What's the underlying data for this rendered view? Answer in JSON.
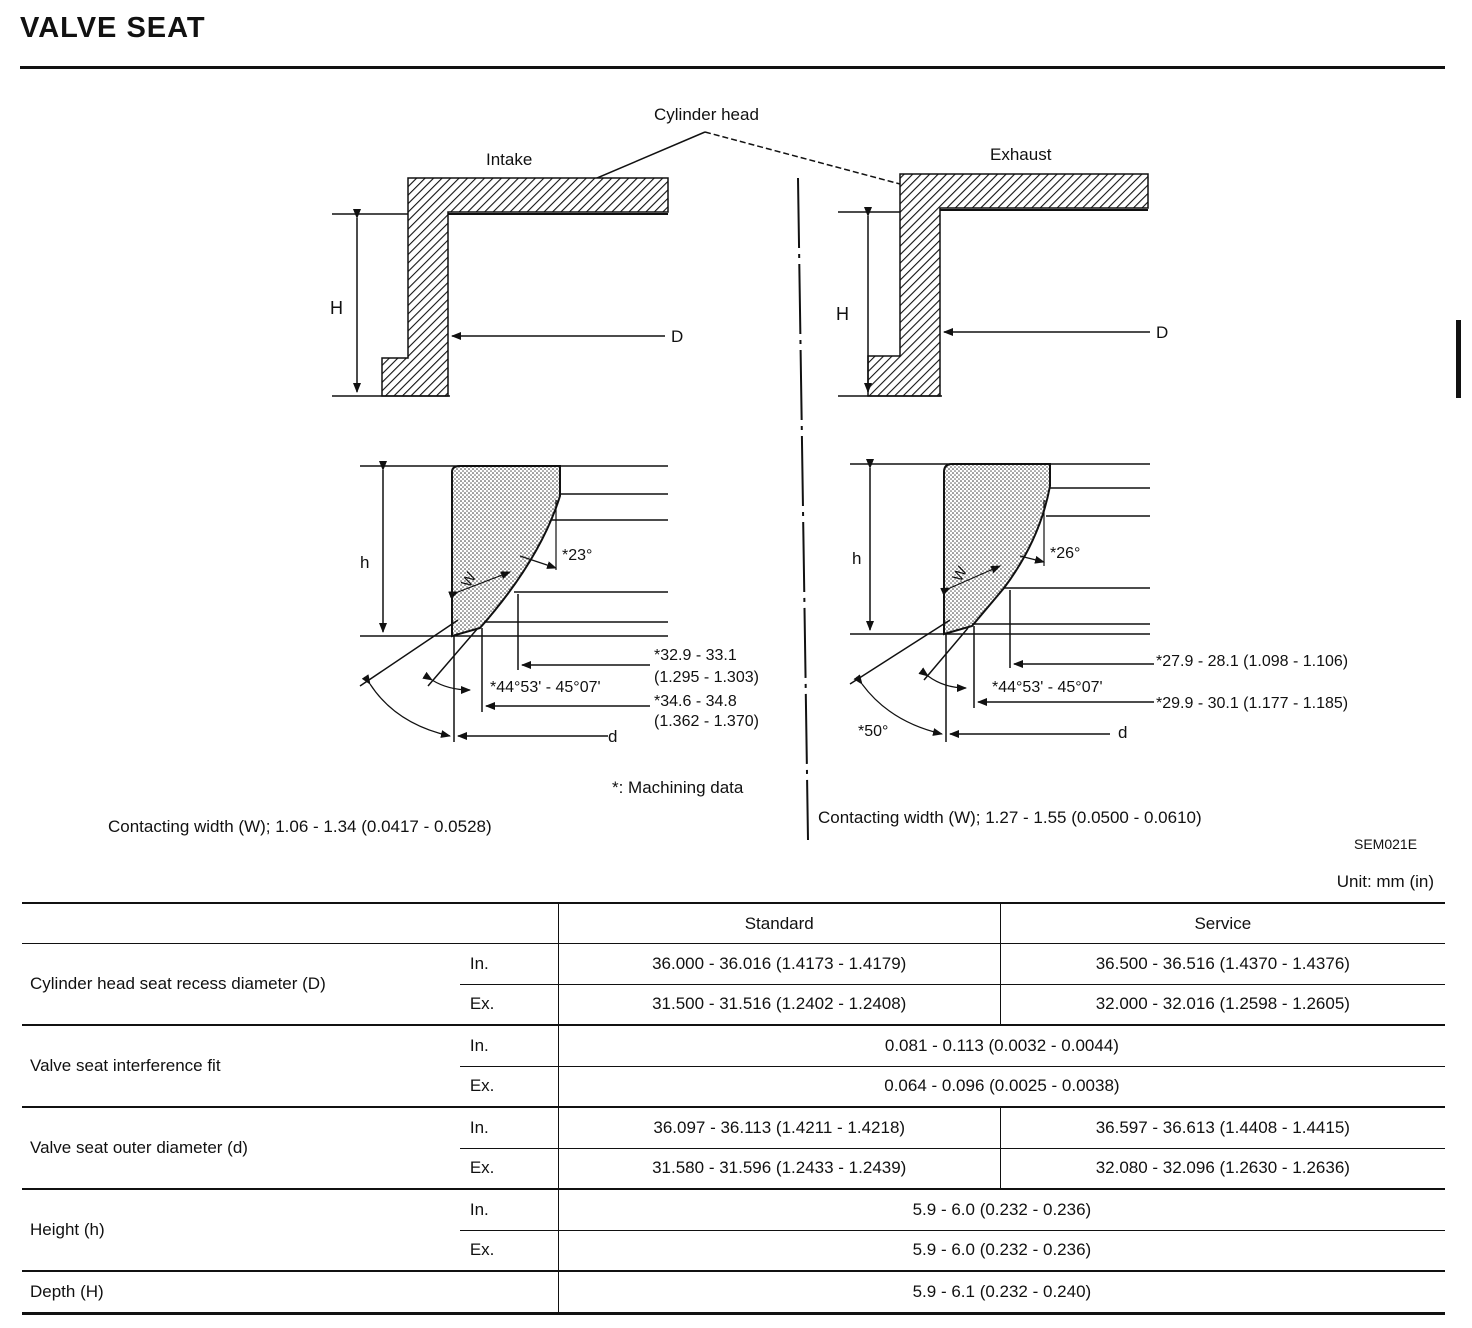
{
  "title": "VALVE SEAT",
  "diagram": {
    "cylinder_head_label": "Cylinder head",
    "intake_label": "Intake",
    "exhaust_label": "Exhaust",
    "H": "H",
    "D": "D",
    "h": "h",
    "d": "d",
    "W": "W",
    "intake_angle_top": "*23°",
    "exhaust_angle_top": "*26°",
    "intake_angle_mid": "*44°53' - 45°07'",
    "exhaust_angle_mid": "*44°53' - 45°07'",
    "exhaust_angle_bottom": "*50°",
    "intake_dim1_a": "*32.9 - 33.1",
    "intake_dim1_b": "(1.295 - 1.303)",
    "intake_dim2_a": "*34.6 - 34.8",
    "intake_dim2_b": "(1.362 - 1.370)",
    "exhaust_dim1": "*27.9 - 28.1 (1.098 - 1.106)",
    "exhaust_dim2": "*29.9 - 30.1 (1.177 - 1.185)",
    "machining_note": "*: Machining data",
    "intake_contact": "Contacting width (W); 1.06 - 1.34 (0.0417 - 0.0528)",
    "exhaust_contact": "Contacting width (W); 1.27 - 1.55 (0.0500 - 0.0610)",
    "figure_code": "SEM021E"
  },
  "unit": "Unit: mm (in)",
  "table": {
    "headers": {
      "standard": "Standard",
      "service": "Service"
    },
    "rows": [
      {
        "label": "Cylinder head seat recess diameter (D)",
        "in": {
          "sub": "In.",
          "standard": "36.000 - 36.016 (1.4173 - 1.4179)",
          "service": "36.500 - 36.516 (1.4370 - 1.4376)"
        },
        "ex": {
          "sub": "Ex.",
          "standard": "31.500 - 31.516 (1.2402 - 1.2408)",
          "service": "32.000 - 32.016 (1.2598 - 1.2605)"
        }
      },
      {
        "label": "Valve seat interference fit",
        "in": {
          "sub": "In.",
          "value": "0.081 - 0.113 (0.0032 - 0.0044)"
        },
        "ex": {
          "sub": "Ex.",
          "value": "0.064 - 0.096 (0.0025 - 0.0038)"
        }
      },
      {
        "label": "Valve seat outer diameter (d)",
        "in": {
          "sub": "In.",
          "standard": "36.097 - 36.113 (1.4211 - 1.4218)",
          "service": "36.597 - 36.613 (1.4408 - 1.4415)"
        },
        "ex": {
          "sub": "Ex.",
          "standard": "31.580 - 31.596 (1.2433 - 1.2439)",
          "service": "32.080 - 32.096 (1.2630 - 1.2636)"
        }
      },
      {
        "label": "Height (h)",
        "in": {
          "sub": "In.",
          "value": "5.9 - 6.0 (0.232 - 0.236)"
        },
        "ex": {
          "sub": "Ex.",
          "value": "5.9 - 6.0 (0.232 - 0.236)"
        }
      },
      {
        "label": "Depth (H)",
        "value": "5.9 - 6.1 (0.232 - 0.240)"
      }
    ]
  }
}
